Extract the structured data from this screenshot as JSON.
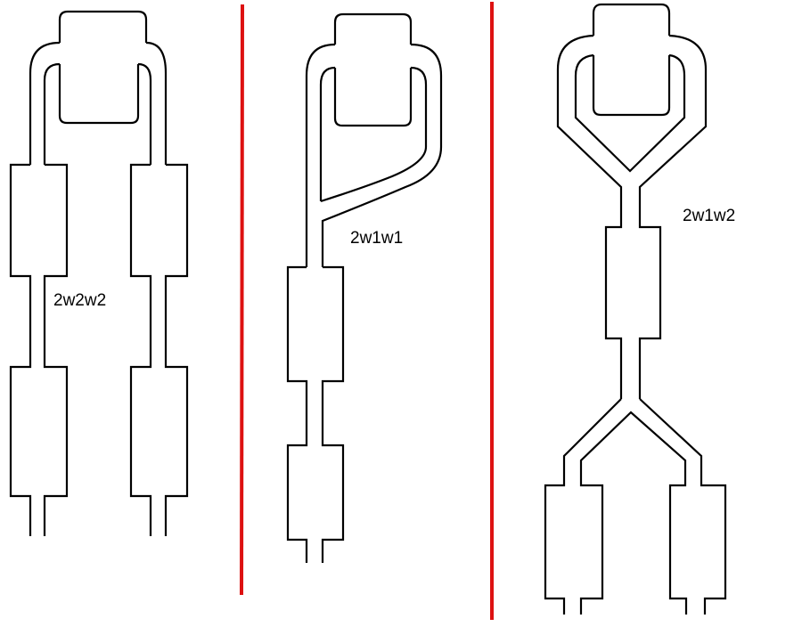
{
  "colors": {
    "outline": "#000000",
    "divider": "#dd1111",
    "background": "#ffffff"
  },
  "diagrams": [
    {
      "label": "2w2w2"
    },
    {
      "label": "2w1w1"
    },
    {
      "label": "2w1w2"
    }
  ]
}
